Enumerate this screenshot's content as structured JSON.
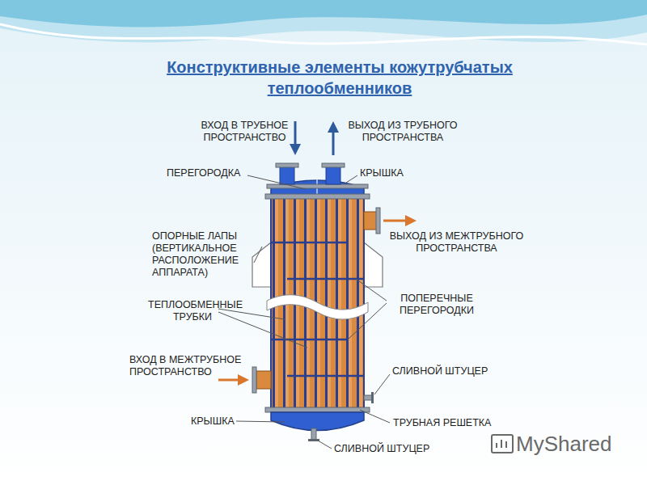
{
  "diagram": {
    "title": "Конструктивные элементы кожутрубчатых теплообменников",
    "labels": [
      "ВХОД В ТРУБНОЕ ПРОСТРАНСТВО",
      "ВЫХОД ИЗ ТРУБНОГО ПРОСТРАНСТВА",
      "ПЕРЕГОРОДКА",
      "КРЫШКА",
      "ВЫХОД ИЗ МЕЖТРУБНОГО ПРОСТРАНСТВА",
      "ОПОРНЫЕ ЛАПЫ (ВЕРТИКАЛЬНОЕ РАСПОЛОЖЕНИЕ АППАРАТА)",
      "ПОПЕРЕЧНЫЕ ПЕРЕГОРОДКИ",
      "ТЕПЛООБМЕННЫЕ ТРУБКИ",
      "ВХОД В МЕЖТРУБНОЕ ПРОСТРАНСТВО",
      "СЛИВНОЙ ШТУЦЕР",
      "КРЫШКА",
      "ТРУБНАЯ РЕШЕТКА",
      "СЛИВНОЙ ШТУЦЕР",
      "MyShared"
    ]
  }
}
